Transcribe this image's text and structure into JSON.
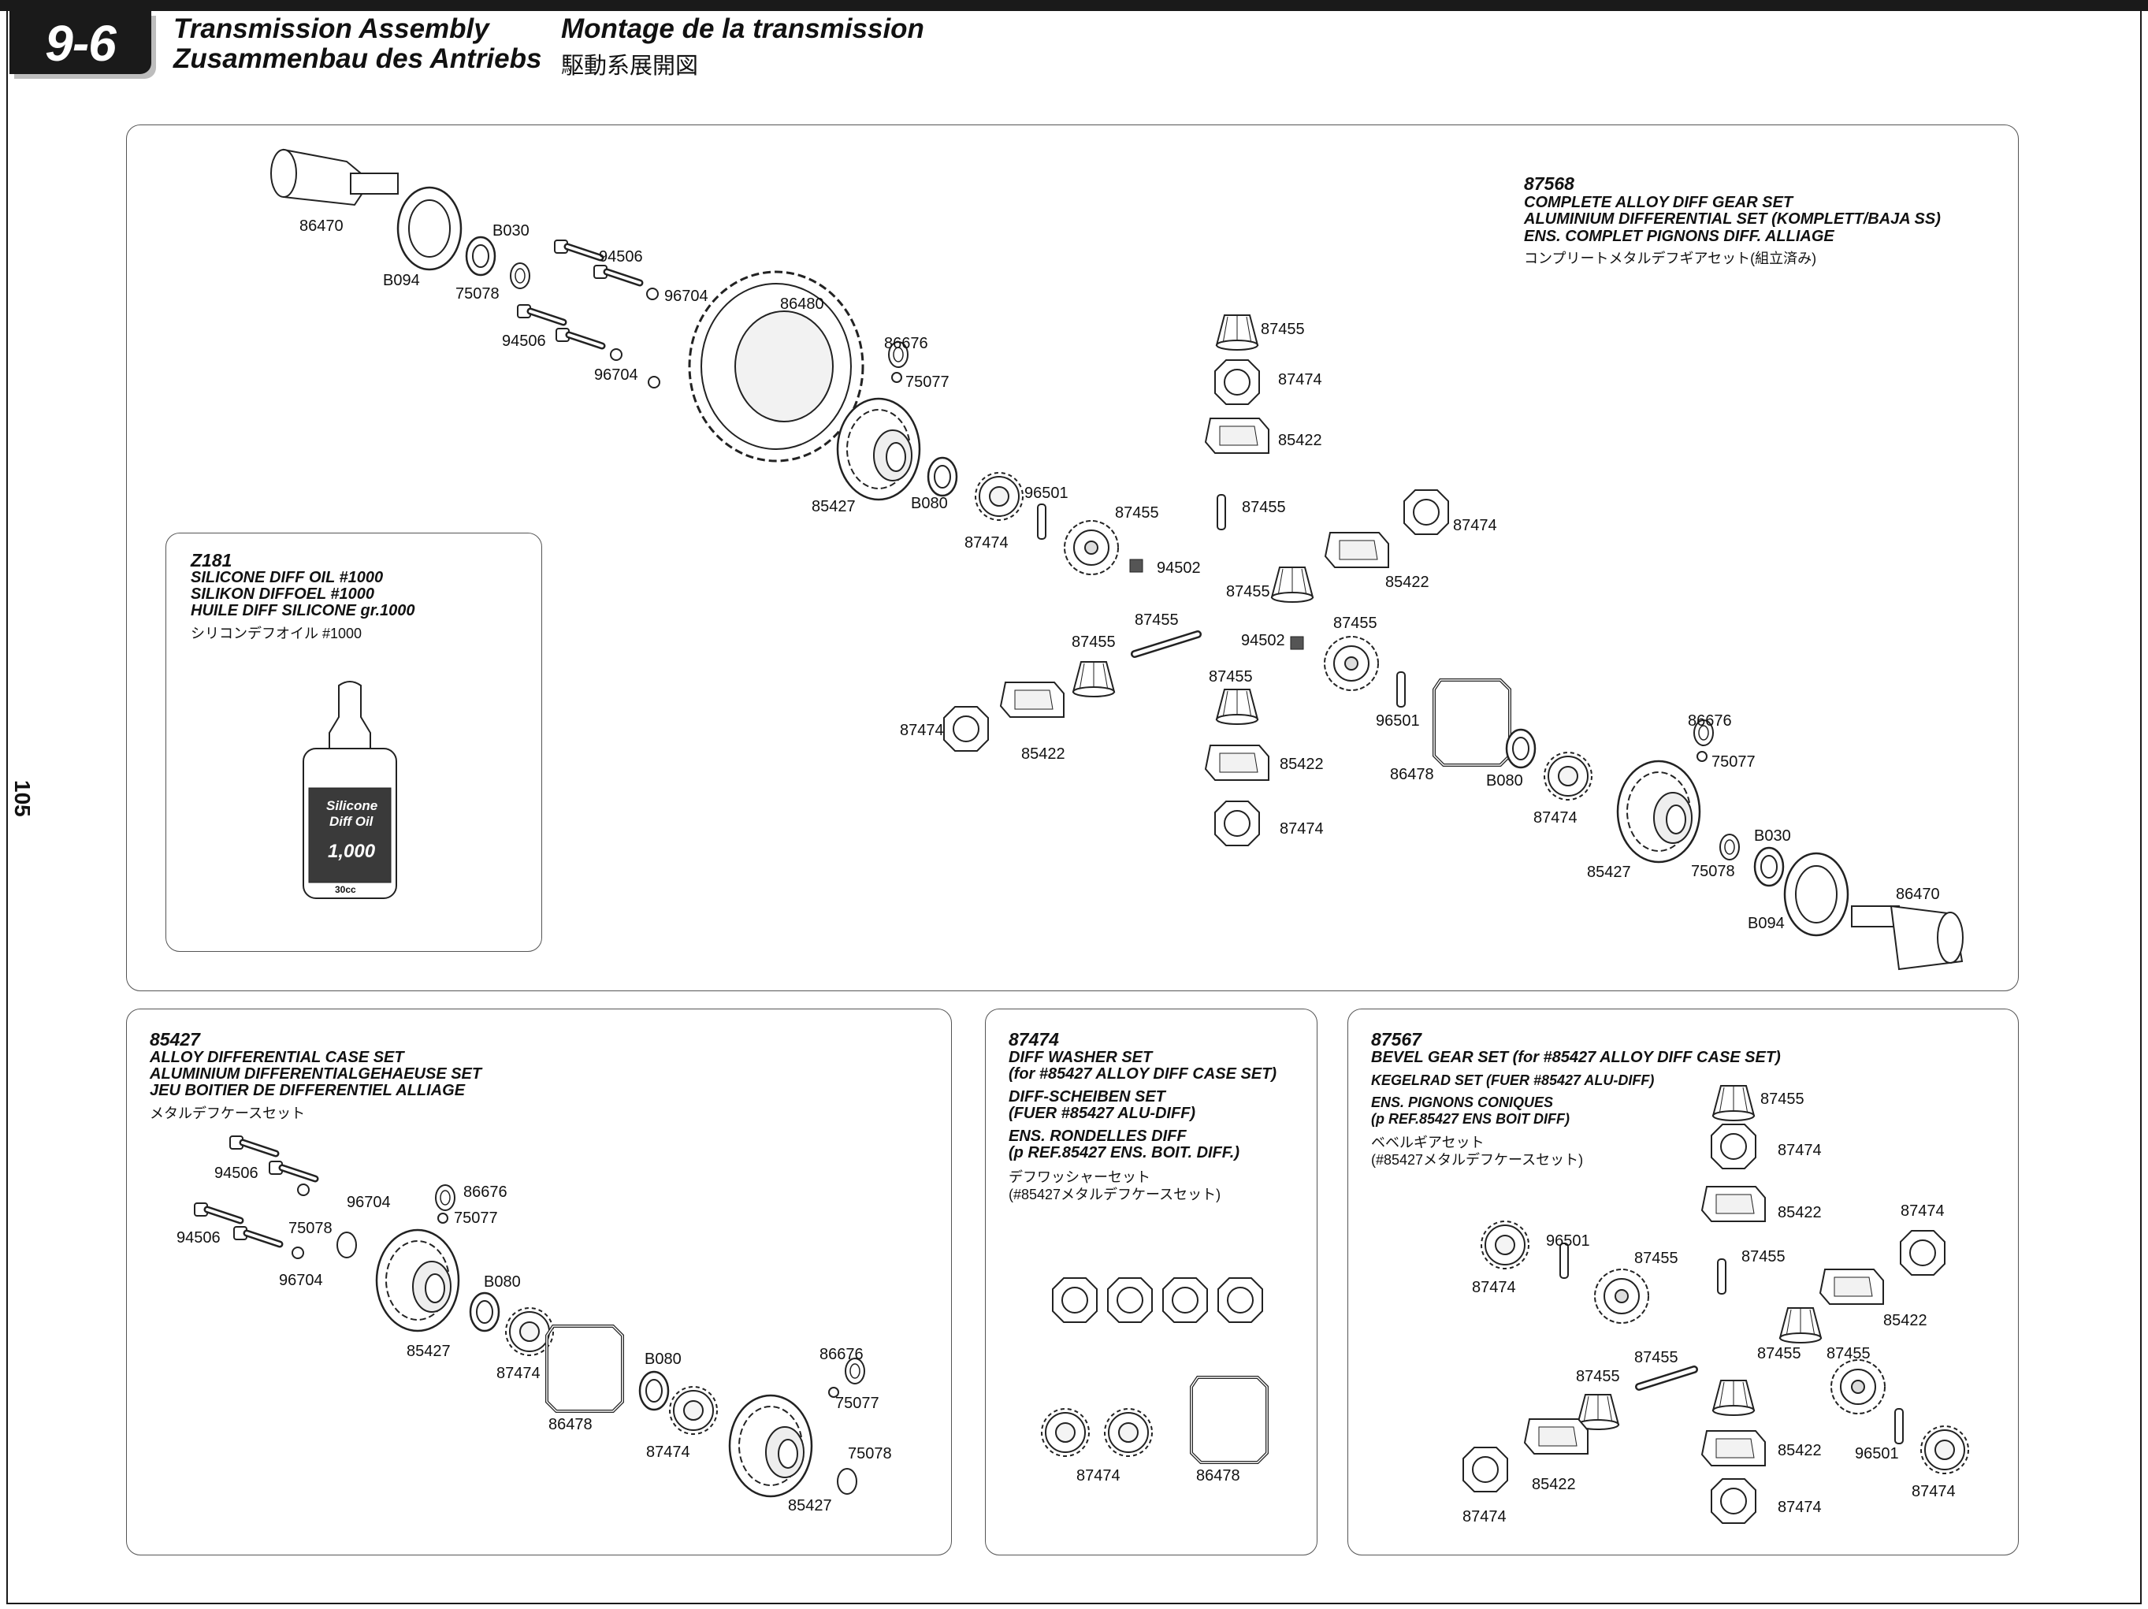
{
  "header": {
    "section_number": "9-6",
    "title_en": "Transmission Assembly",
    "title_de": "Zusammenbau des Antriebs",
    "title_fr": "Montage de la transmission",
    "title_jp": "駆動系展開図"
  },
  "page_number": "105",
  "main_panel": {
    "set": {
      "number": "87568",
      "line1": "COMPLETE ALLOY DIFF GEAR SET",
      "line2": "ALUMINIUM DIFFERENTIAL SET (KOMPLETT/BAJA SS)",
      "line3": "ENS. COMPLET PIGNONS DIFF. ALLIAGE",
      "jp": "コンプリートメタルデフギアセット(組立済み)"
    },
    "part_labels": {
      "p86470a": "86470",
      "b094a": "B094",
      "b030a": "B030",
      "p75078a": "75078",
      "p94506a": "94506",
      "p96704a": "96704",
      "p94506b": "94506",
      "p96704b": "96704",
      "p86480": "86480",
      "p86676a": "86676",
      "p75077a": "75077",
      "p85427a": "85427",
      "b080a": "B080",
      "p87474a": "87474",
      "p96501a": "96501",
      "p87455a": "87455",
      "p94502a": "94502",
      "p87455top": "87455",
      "p87474top": "87474",
      "p85422top": "85422",
      "p87455pin": "87455",
      "p87474r": "87474",
      "p85422r": "85422",
      "p87455r": "87455",
      "p87455shaft": "87455",
      "p87455l": "87455",
      "p94502b": "94502",
      "p87455c": "87455",
      "p87455d": "87455",
      "p87474l": "87474",
      "p85422l": "85422",
      "p85422c": "85422",
      "p87474c": "87474",
      "p96501b": "96501",
      "p86478": "86478",
      "b080b": "B080",
      "p87474d": "87474",
      "p86676b": "86676",
      "p75077b": "75077",
      "p85427b": "85427",
      "p75078b": "75078",
      "b030b": "B030",
      "b094b": "B094",
      "p86470b": "86470"
    }
  },
  "oil_panel": {
    "number": "Z181",
    "line1": "SILICONE DIFF OIL #1000",
    "line2": "SILIKON DIFFOEL #1000",
    "line3": "HUILE DIFF SILICONE gr.1000",
    "jp": "シリコンデフオイル #1000",
    "bottle_text1": "Silicone",
    "bottle_text2": "Diff Oil",
    "bottle_value": "1,000",
    "bottle_volume": "30cc"
  },
  "case_panel": {
    "number": "85427",
    "line1": "ALLOY DIFFERENTIAL CASE SET",
    "line2": "ALUMINIUM DIFFERENTIALGEHAEUSE SET",
    "line3": "JEU BOITIER DE DIFFERENTIEL ALLIAGE",
    "jp": "メタルデフケースセット",
    "part_labels": {
      "p94506a": "94506",
      "p94506b": "94506",
      "p96704a": "96704",
      "p96704b": "96704",
      "p75078a": "75078",
      "p86676a": "86676",
      "p75077a": "75077",
      "b080a": "B080",
      "p85427a": "85427",
      "p87474a": "87474",
      "p86478": "86478",
      "b080b": "B080",
      "p87474b": "87474",
      "p86676b": "86676",
      "p75077b": "75077",
      "p75078b": "75078",
      "p85427b": "85427"
    }
  },
  "washer_panel": {
    "number": "87474",
    "line1": "DIFF WASHER SET",
    "line2": "(for #85427 ALLOY DIFF CASE SET)",
    "line3": "DIFF-SCHEIBEN SET",
    "line4": "(FUER #85427 ALU-DIFF)",
    "line5": "ENS. RONDELLES DIFF",
    "line6": "(p REF.85427 ENS. BOIT. DIFF.)",
    "jp1": "デフワッシャーセット",
    "jp2": "(#85427メタルデフケースセット)",
    "part_labels": {
      "p87474": "87474",
      "p86478": "86478"
    }
  },
  "bevel_panel": {
    "number": "87567",
    "line1": "BEVEL GEAR SET (for #85427 ALLOY DIFF CASE SET)",
    "line2": "KEGELRAD SET (FUER #85427 ALU-DIFF)",
    "line3": "ENS. PIGNONS CONIQUES",
    "line4": "(p REF.85427 ENS BOIT DIFF)",
    "jp1": "ベベルギアセット",
    "jp2": "(#85427メタルデフケースセット)",
    "part_labels": {
      "p87455a": "87455",
      "p87474a": "87474",
      "p85422a": "85422",
      "p87474b": "87474",
      "p96501a": "96501",
      "p87455b": "87455",
      "p87455c": "87455",
      "p87474c": "87474",
      "p85422b": "85422",
      "p87455d": "87455",
      "p87455e": "87455",
      "p87455f": "87455",
      "p87455g": "87455",
      "p85422c": "85422",
      "p96501b": "96501",
      "p87474d": "87474",
      "p85422d": "85422",
      "p87474e": "87474",
      "p87474f": "87474"
    }
  }
}
